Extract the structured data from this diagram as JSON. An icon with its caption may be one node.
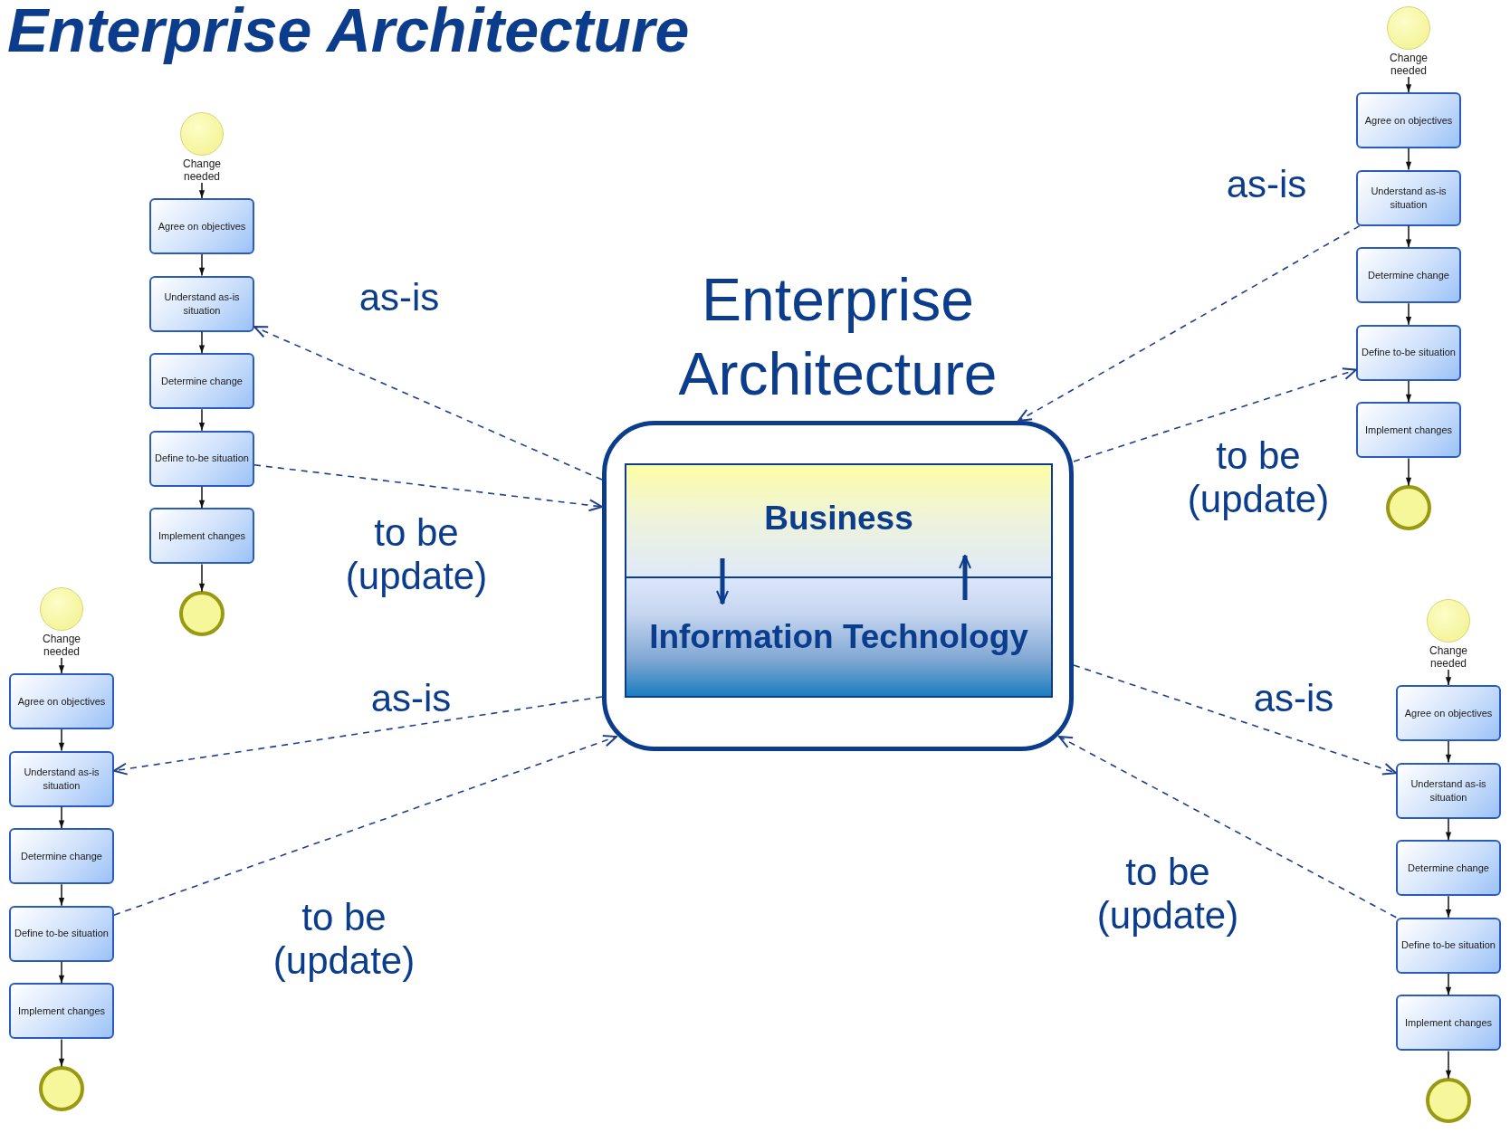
{
  "diagram": {
    "title": "Enterprise Architecture",
    "nodes": [
      {
        "text": [
          "Change needed"
        ]
      },
      {
        "text": [
          "Agree on objectives"
        ]
      },
      {
        "text": [
          "Understand as-is situation"
        ]
      },
      {
        "text": [
          "Determine change"
        ]
      },
      {
        "text": [
          "Define to-be situation"
        ]
      },
      {
        "text": [
          "Implement changes"
        ]
      },
      {
        "text": [],
        "shape": "circle"
      },
      {
        "text": [
          "Change needed"
        ]
      },
      {
        "text": [
          "Agree on objectives"
        ]
      },
      {
        "text": [
          "Understand as-is situation"
        ]
      },
      {
        "text": [
          "Determine change"
        ]
      },
      {
        "text": [
          "Define to-be situation"
        ]
      },
      {
        "text": [
          "Implement changes"
        ]
      },
      {
        "text": [],
        "shape": "circle"
      },
      {
        "text": [
          "Enterprise Architecture"
        ]
      },
      {
        "text": [
          "Business"
        ],
        "in": 14
      },
      {
        "text": [
          "Information Technology"
        ],
        "in": 14
      },
      {
        "text": [
          "Change needed"
        ]
      },
      {
        "text": [
          "Agree on objectives"
        ]
      },
      {
        "text": [
          "Understand as-is situation"
        ]
      },
      {
        "text": [
          "Determine change"
        ]
      },
      {
        "text": [
          "Define to-be situation"
        ]
      },
      {
        "text": [
          "Implement changes"
        ]
      },
      {
        "text": [],
        "shape": "circle"
      },
      {
        "text": [
          "Change needed"
        ]
      },
      {
        "text": [
          "Agree on objectives"
        ]
      },
      {
        "text": [
          "Understand as-is situation"
        ]
      },
      {
        "text": [
          "Determine change"
        ]
      },
      {
        "text": [
          "Define to-be situation"
        ]
      },
      {
        "text": [
          "Implement changes"
        ]
      },
      {
        "text": [],
        "shape": "circle"
      }
    ],
    "edges": [
      {
        "from": 0,
        "to": 1,
        "arrow": "to"
      },
      {
        "from": 1,
        "to": 2,
        "arrow": "to"
      },
      {
        "from": 2,
        "to": 3,
        "arrow": "to"
      },
      {
        "from": 3,
        "to": 4,
        "arrow": "to"
      },
      {
        "from": 4,
        "to": 5,
        "arrow": "to"
      },
      {
        "from": 5,
        "to": 6,
        "arrow": "to"
      },
      {
        "from": 7,
        "to": 8,
        "arrow": "to"
      },
      {
        "from": 8,
        "to": 9,
        "arrow": "to"
      },
      {
        "from": 9,
        "to": 10,
        "arrow": "to"
      },
      {
        "from": 10,
        "to": 11,
        "arrow": "to"
      },
      {
        "from": 11,
        "to": 12,
        "arrow": "to"
      },
      {
        "from": 12,
        "to": 13,
        "arrow": "to"
      },
      {
        "from": 17,
        "to": 18,
        "arrow": "to"
      },
      {
        "from": 18,
        "to": 19,
        "arrow": "to"
      },
      {
        "from": 19,
        "to": 20,
        "arrow": "to"
      },
      {
        "from": 20,
        "to": 21,
        "arrow": "to"
      },
      {
        "from": 21,
        "to": 22,
        "arrow": "to"
      },
      {
        "from": 22,
        "to": 23,
        "arrow": "to"
      },
      {
        "from": 24,
        "to": 25,
        "arrow": "to"
      },
      {
        "from": 25,
        "to": 26,
        "arrow": "to"
      },
      {
        "from": 26,
        "to": 27,
        "arrow": "to"
      },
      {
        "from": 27,
        "to": 28,
        "arrow": "to"
      },
      {
        "from": 28,
        "to": 29,
        "arrow": "to"
      },
      {
        "from": 29,
        "to": 30,
        "arrow": "to"
      },
      {
        "from": 14,
        "to": 2,
        "arrow": "to",
        "label": "as-is",
        "style": "dashed",
        "color": "#1f3f8f"
      },
      {
        "from": 4,
        "to": 14,
        "arrow": "to",
        "label": "to be (update)",
        "style": "dashed",
        "color": "#1f3f8f"
      },
      {
        "from": 9,
        "to": 14,
        "arrow": "to",
        "label": "as-is",
        "style": "dashed",
        "color": "#1f3f8f"
      },
      {
        "from": 14,
        "to": 11,
        "arrow": "to",
        "label": "to be (update)",
        "style": "dashed",
        "color": "#1f3f8f"
      },
      {
        "from": 14,
        "to": 19,
        "arrow": "to",
        "label": "as-is",
        "style": "dashed",
        "color": "#1f3f8f"
      },
      {
        "from": 21,
        "to": 14,
        "arrow": "to",
        "label": "to be (update)",
        "style": "dashed",
        "color": "#1f3f8f"
      },
      {
        "from": 14,
        "to": 26,
        "arrow": "to",
        "label": "as-is",
        "style": "dashed",
        "color": "#1f3f8f"
      },
      {
        "from": 28,
        "to": 14,
        "arrow": "to",
        "label": "to be (update)",
        "style": "dashed",
        "color": "#1f3f8f"
      },
      {
        "from": 15,
        "to": 16,
        "arrow": "to",
        "style": "thick",
        "color": "#0b3d8c"
      },
      {
        "from": 16,
        "to": 15,
        "arrow": "to",
        "style": "thick",
        "color": "#0b3d8c"
      }
    ]
  }
}
